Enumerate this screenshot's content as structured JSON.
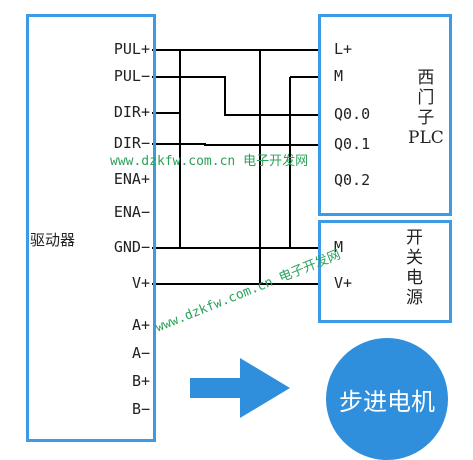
{
  "driver": {
    "title": "驱动器",
    "terminals": [
      "PUL+",
      "PUL−",
      "DIR+",
      "DIR−",
      "ENA+",
      "ENA−",
      "GND−",
      "V+",
      "A+",
      "A−",
      "B+",
      "B−"
    ]
  },
  "plc": {
    "title_lines": [
      "西",
      "门",
      "子",
      "PLC"
    ],
    "terminals": [
      "L+",
      "M",
      "Q0.0",
      "Q0.1",
      "Q0.2"
    ]
  },
  "power": {
    "title_lines": [
      "开",
      "关",
      "电",
      "源"
    ],
    "terminals": [
      "M",
      "V+"
    ]
  },
  "motor": {
    "label": "步进电机"
  },
  "watermarks": [
    {
      "url": "www.dzkfw.com.cn",
      "cn": "电子开发网"
    },
    {
      "url": "www.dzkfw.com.cn",
      "cn": "电子开发网"
    }
  ],
  "colors": {
    "box_border": "#3d9be6",
    "motor_fill": "#2f8fdc",
    "arrow": "#2f8fdc",
    "watermark": "#2aa25a",
    "wire": "#000000"
  }
}
